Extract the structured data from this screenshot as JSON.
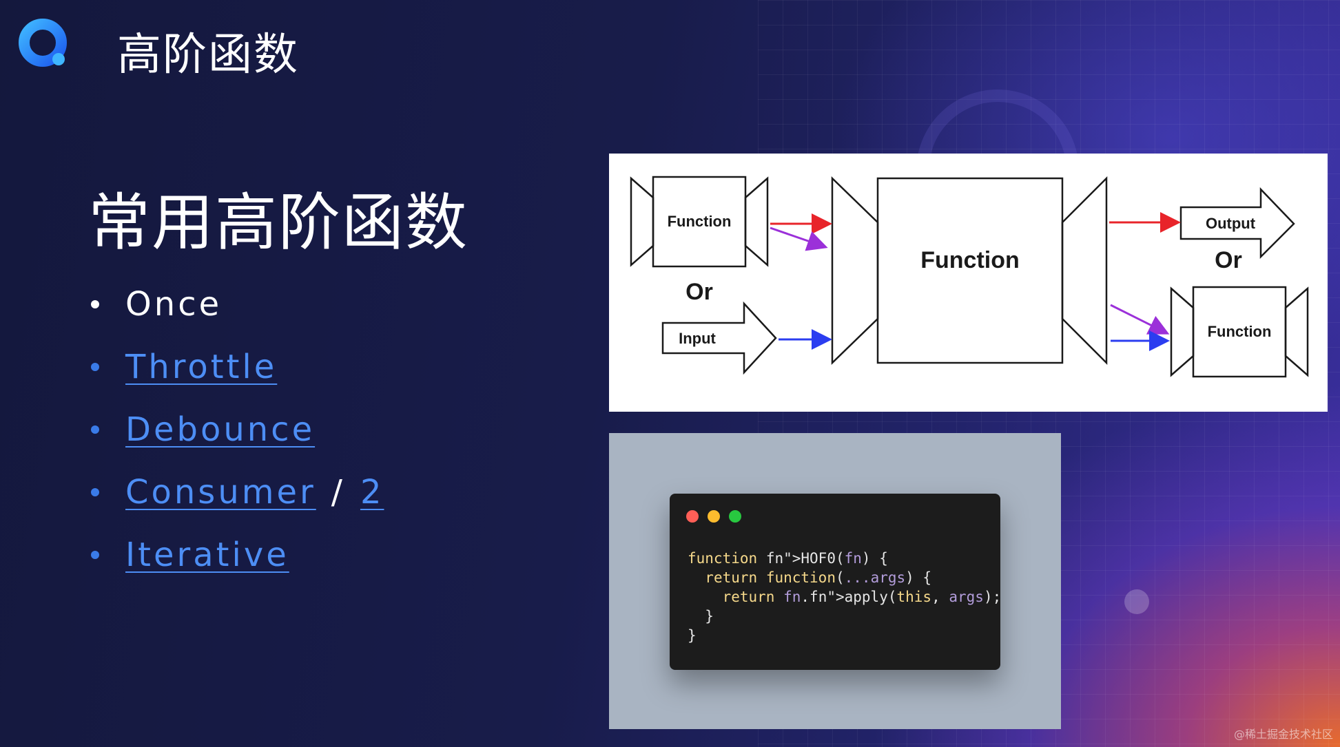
{
  "header": {
    "title": "高阶函数"
  },
  "section": {
    "title": "常用高阶函数"
  },
  "bullets": [
    {
      "label": "Once",
      "link": false
    },
    {
      "label": "Throttle",
      "link": true
    },
    {
      "label": "Debounce",
      "link": true
    },
    {
      "label": "Consumer",
      "link": true,
      "separator": "/",
      "extra": "2"
    },
    {
      "label": "Iterative",
      "link": true
    }
  ],
  "diagram": {
    "left_top_box": "Function",
    "left_or": "Or",
    "input_arrow": "Input",
    "center_box": "Function",
    "output_arrow": "Output",
    "right_or": "Or",
    "right_bottom_box": "Function"
  },
  "code_window": {
    "dot_colors": [
      "#ff5f57",
      "#febc2e",
      "#28c840"
    ],
    "lines": [
      "function HOF0(fn) {",
      "  return function(...args) {",
      "    return fn.apply(this, args);",
      "  }",
      "}"
    ]
  },
  "footer": {
    "credit": "@稀土掘金技术社区"
  },
  "colors": {
    "accent_link": "#4d8ef5",
    "background": "#171a44"
  }
}
